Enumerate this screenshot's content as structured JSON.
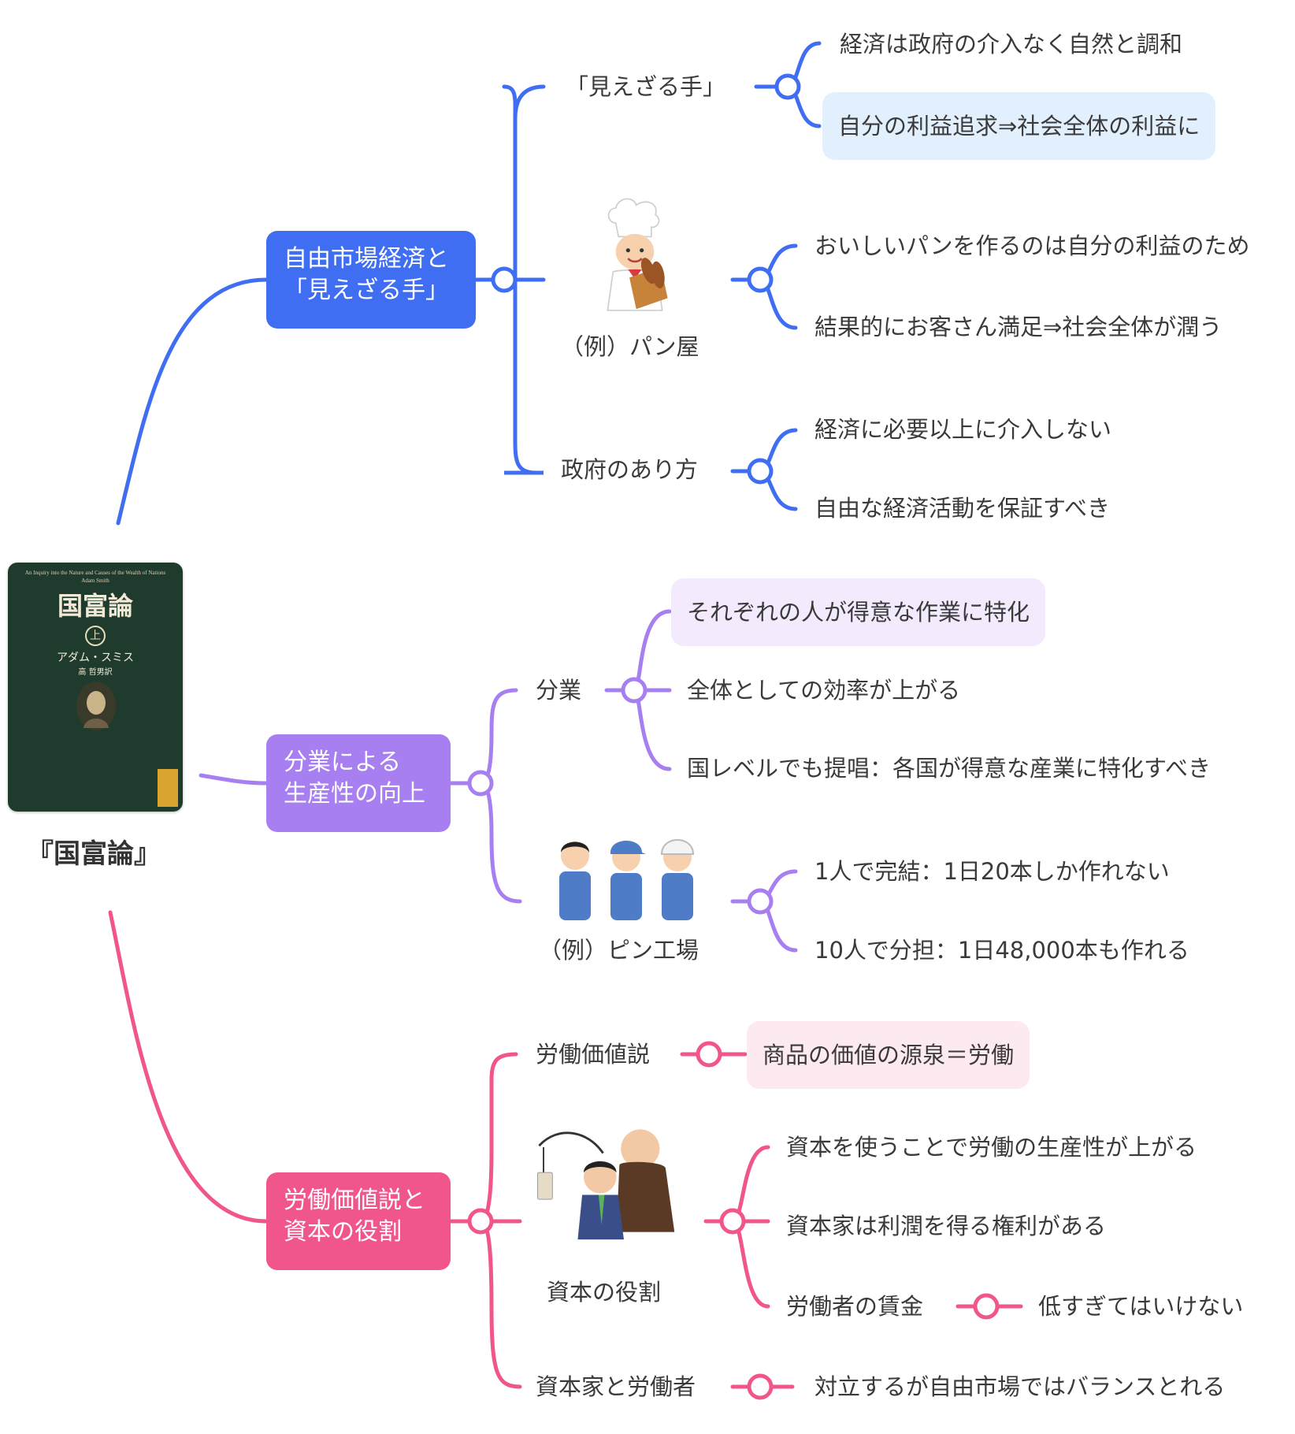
{
  "root": {
    "label": "『国富論』",
    "book_cover": {
      "subtitle_en": "An Inquiry into the Nature and Causes of the Wealth of Nations",
      "author_en": "Adam Smith",
      "title": "国富論",
      "volume": "上",
      "author": "アダム・スミス",
      "translator": "高 哲男訳"
    }
  },
  "colors": {
    "branch1": "#3f6ef2",
    "branch2": "#a77ff0",
    "branch3": "#f0568c",
    "branch1_highlight": "#e2effd",
    "branch2_highlight": "#f3ebfd",
    "branch3_highlight": "#fde9f0"
  },
  "branches": [
    {
      "title": [
        "自由市場経済と",
        "「見えざる手」"
      ],
      "topics": [
        {
          "label": "「見えざる手」",
          "details": [
            "経済は政府の介入なく自然と調和",
            "自分の利益追求⇒社会全体の利益に"
          ]
        },
        {
          "label": "（例）パン屋",
          "icon": "baker-icon",
          "details": [
            "おいしいパンを作るのは自分の利益のため",
            "結果的にお客さん満足⇒社会全体が潤う"
          ]
        },
        {
          "label": "政府のあり方",
          "details": [
            "経済に必要以上に介入しない",
            "自由な経済活動を保証すべき"
          ]
        }
      ]
    },
    {
      "title": [
        "分業による",
        "生産性の向上"
      ],
      "topics": [
        {
          "label": "分業",
          "details": [
            "それぞれの人が得意な作業に特化",
            "全体としての効率が上がる",
            "国レベルでも提唱：各国が得意な産業に特化すべき"
          ]
        },
        {
          "label": "（例）ピン工場",
          "icon": "factory-workers-icon",
          "details": [
            "1人で完結：1日20本しか作れない",
            "10人で分担：1日48,000本も作れる"
          ]
        }
      ]
    },
    {
      "title": [
        "労働価値説と",
        "資本の役割"
      ],
      "topics": [
        {
          "label": "労働価値説",
          "details": [
            "商品の価値の源泉＝労働"
          ]
        },
        {
          "label": "資本の役割",
          "icon": "capitalist-worker-icon",
          "details": [
            "資本を使うことで労働の生産性が上がる",
            "資本家は利潤を得る権利がある",
            "労働者の賃金"
          ],
          "sub": "低すぎてはいけない"
        },
        {
          "label": "資本家と労働者",
          "details": [
            "対立するが自由市場ではバランスとれる"
          ]
        }
      ]
    }
  ]
}
